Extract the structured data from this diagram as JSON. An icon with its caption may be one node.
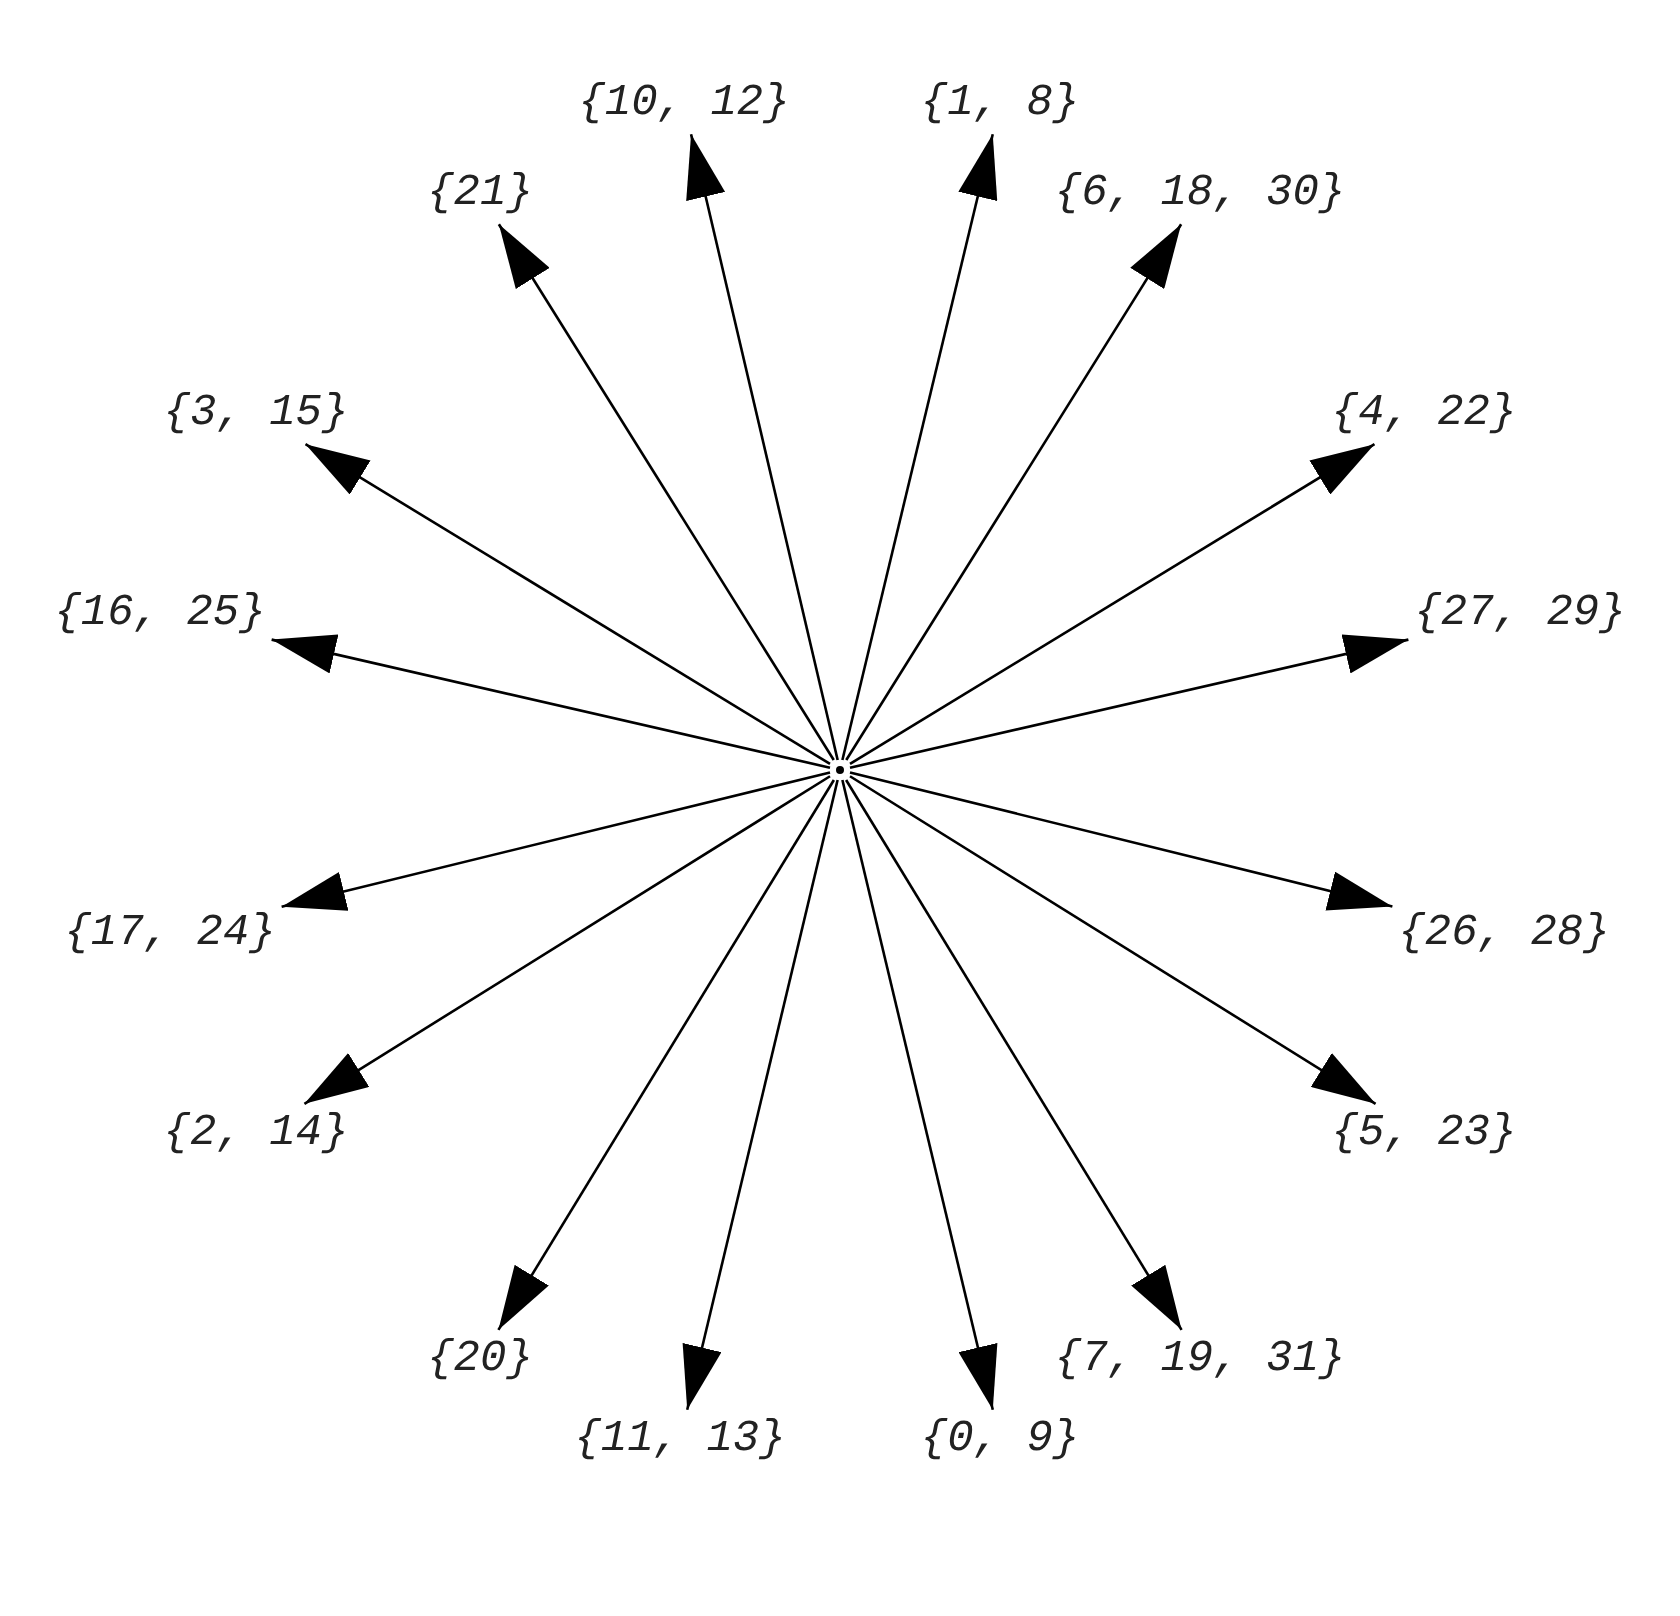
{
  "diagram": {
    "nodes": [
      {
        "text": [],
        "shape": "circle"
      },
      {
        "text": [
          "{10, 12}"
        ]
      },
      {
        "text": [
          "{1, 8}"
        ]
      },
      {
        "text": [
          "{21}"
        ]
      },
      {
        "text": [
          "{6, 18, 30}"
        ]
      },
      {
        "text": [
          "{3, 15}"
        ]
      },
      {
        "text": [
          "{4, 22}"
        ]
      },
      {
        "text": [
          "{16, 25}"
        ]
      },
      {
        "text": [
          "{27, 29}"
        ]
      },
      {
        "text": [
          "{17, 24}"
        ]
      },
      {
        "text": [
          "{26, 28}"
        ]
      },
      {
        "text": [
          "{2, 14}"
        ]
      },
      {
        "text": [
          "{5, 23}"
        ]
      },
      {
        "text": [
          "{20}"
        ]
      },
      {
        "text": [
          "{7, 19, 31}"
        ]
      },
      {
        "text": [
          "{11, 13}"
        ]
      },
      {
        "text": [
          "{0, 9}"
        ]
      }
    ],
    "edges": [
      {
        "from": 0,
        "to": 1,
        "arrow": "to"
      },
      {
        "from": 0,
        "to": 2,
        "arrow": "to"
      },
      {
        "from": 0,
        "to": 3,
        "arrow": "to"
      },
      {
        "from": 0,
        "to": 4,
        "arrow": "to"
      },
      {
        "from": 0,
        "to": 5,
        "arrow": "to"
      },
      {
        "from": 0,
        "to": 6,
        "arrow": "to"
      },
      {
        "from": 0,
        "to": 7,
        "arrow": "to"
      },
      {
        "from": 0,
        "to": 8,
        "arrow": "to"
      },
      {
        "from": 0,
        "to": 9,
        "arrow": "to"
      },
      {
        "from": 0,
        "to": 10,
        "arrow": "to"
      },
      {
        "from": 0,
        "to": 11,
        "arrow": "to"
      },
      {
        "from": 0,
        "to": 12,
        "arrow": "to"
      },
      {
        "from": 0,
        "to": 13,
        "arrow": "to"
      },
      {
        "from": 0,
        "to": 14,
        "arrow": "to"
      },
      {
        "from": 0,
        "to": 15,
        "arrow": "to"
      },
      {
        "from": 0,
        "to": 16,
        "arrow": "to"
      }
    ]
  }
}
